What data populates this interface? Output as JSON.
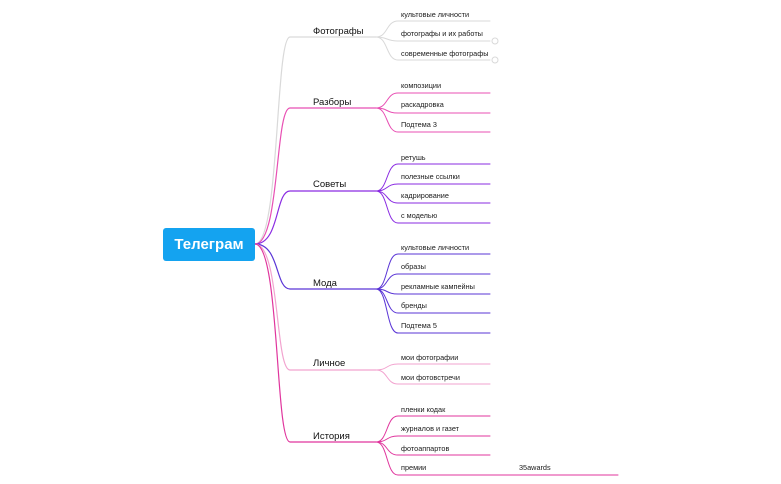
{
  "root": {
    "label": "Телеграм",
    "color": "#14a3f0"
  },
  "branches": [
    {
      "id": "photographers",
      "label": "Фотографы",
      "color": "#d9d9d9",
      "leaves": [
        {
          "label": "культовые личности",
          "collapsed": false
        },
        {
          "label": "фотографы и их работы",
          "collapsed": true
        },
        {
          "label": "современные фотографы",
          "collapsed": true
        }
      ]
    },
    {
      "id": "analyses",
      "label": "Разборы",
      "color": "#e84fb3",
      "leaves": [
        {
          "label": "композиции"
        },
        {
          "label": "раскадровка"
        },
        {
          "label": "Подтема 3"
        }
      ]
    },
    {
      "id": "tips",
      "label": "Советы",
      "color": "#8a2be2",
      "leaves": [
        {
          "label": "ретушь"
        },
        {
          "label": "полезные ссылки"
        },
        {
          "label": "кадрирование"
        },
        {
          "label": "с моделью"
        }
      ]
    },
    {
      "id": "fashion",
      "label": "Мода",
      "color": "#5a35d6",
      "leaves": [
        {
          "label": "культовые личности"
        },
        {
          "label": "образы"
        },
        {
          "label": "рекламные кампейны"
        },
        {
          "label": "бренды"
        },
        {
          "label": "Подтема 5"
        }
      ]
    },
    {
      "id": "personal",
      "label": "Личное",
      "color": "#f2a3cf",
      "leaves": [
        {
          "label": "мои фотографии"
        },
        {
          "label": "мои фотовстречи"
        }
      ]
    },
    {
      "id": "history",
      "label": "История",
      "color": "#e0359d",
      "leaves": [
        {
          "label": "пленки кодак"
        },
        {
          "label": "журналов и газет"
        },
        {
          "label": "фотоаппартов"
        },
        {
          "label": "премии",
          "child": "35awards"
        }
      ]
    }
  ]
}
